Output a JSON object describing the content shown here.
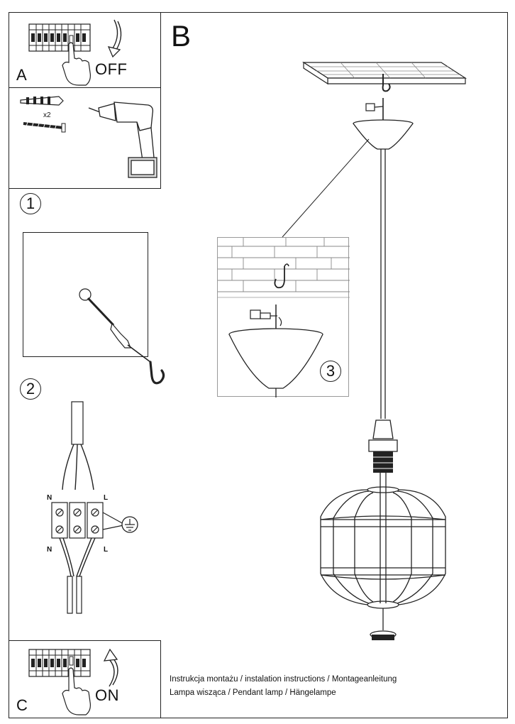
{
  "panels": {
    "a": {
      "letter": "A",
      "action": "OFF"
    },
    "b": {
      "letter": "B"
    },
    "c": {
      "letter": "C",
      "action": "ON"
    }
  },
  "tools": {
    "quantity": "x2"
  },
  "steps": {
    "one": "1",
    "two": "2",
    "three": "3"
  },
  "wiring": {
    "left_top": "N",
    "right_top": "L",
    "left_bottom": "N",
    "right_bottom": "L"
  },
  "caption": {
    "line1": "Instrukcja montażu / instalation instructions / Montageanleitung",
    "line2": "Lampa wisząca / Pendant lamp / Hängelampe"
  }
}
